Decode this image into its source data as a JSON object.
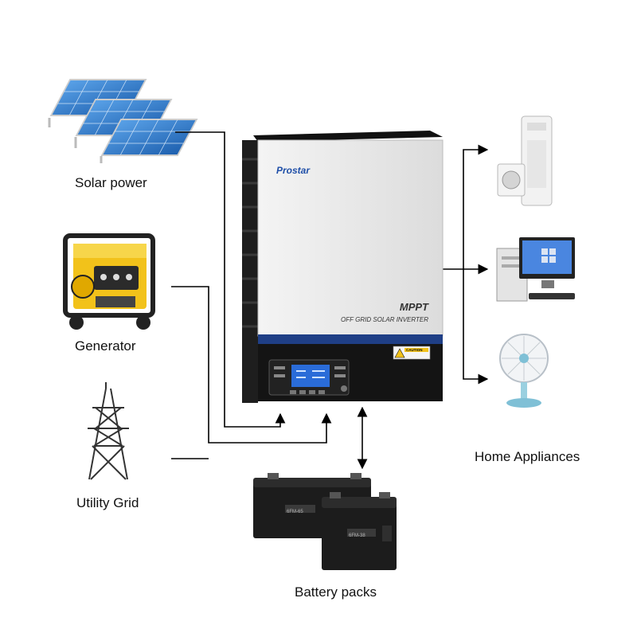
{
  "sources": {
    "solar_label": "Solar power",
    "generator_label": "Generator",
    "grid_label": "Utility Grid"
  },
  "inverter": {
    "brand": "Prostar",
    "model_line": "MPPT",
    "subtitle": "OFF GRID SOLAR INVERTER",
    "caution": "CAUTION"
  },
  "outputs": {
    "label": "Home Appliances"
  },
  "battery": {
    "label": "Battery packs",
    "model_left": "6FM-65",
    "model_right": "6FM-38"
  },
  "colors": {
    "inverter_body": "#e9e9e9",
    "inverter_band": "#1f3f86",
    "inverter_base": "#141414",
    "lcd": "#2a6cd8",
    "solar_panel": "#2f78c8",
    "generator_yellow": "#f2c21a"
  }
}
